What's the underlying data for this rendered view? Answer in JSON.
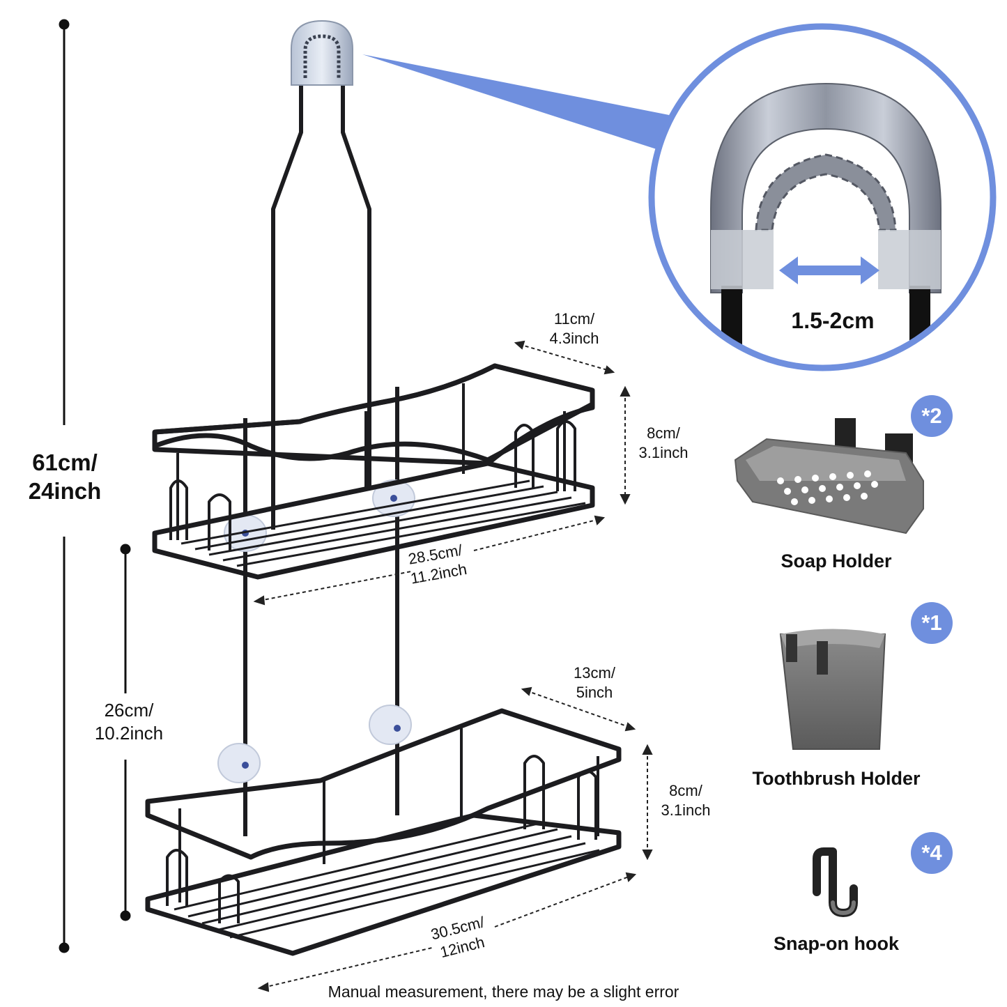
{
  "colors": {
    "accent": "#6f8fde",
    "metal": "#1c1c1f",
    "accessory_grey": "#6e6e6e"
  },
  "dimensions": {
    "total_height": [
      "61cm/",
      "24inch"
    ],
    "between_tiers": [
      "26cm/",
      "10.2inch"
    ],
    "top_depth": [
      "11cm/",
      "4.3inch"
    ],
    "top_height": [
      "8cm/",
      "3.1inch"
    ],
    "top_width": [
      "28.5cm/",
      "11.2inch"
    ],
    "bottom_depth": [
      "13cm/",
      "5inch"
    ],
    "bottom_height": [
      "8cm/",
      "3.1inch"
    ],
    "bottom_width": [
      "30.5cm/",
      "12inch"
    ],
    "hook_gap": "1.5-2cm"
  },
  "accessories": [
    {
      "name": "Soap Holder",
      "qty": "*2",
      "icon": "soap-holder-icon"
    },
    {
      "name": "Toothbrush Holder",
      "qty": "*1",
      "icon": "toothbrush-holder-icon"
    },
    {
      "name": "Snap-on hook",
      "qty": "*4",
      "icon": "snap-on-hook-icon"
    }
  ],
  "footer_note": "Manual measurement, there may be a slight error"
}
